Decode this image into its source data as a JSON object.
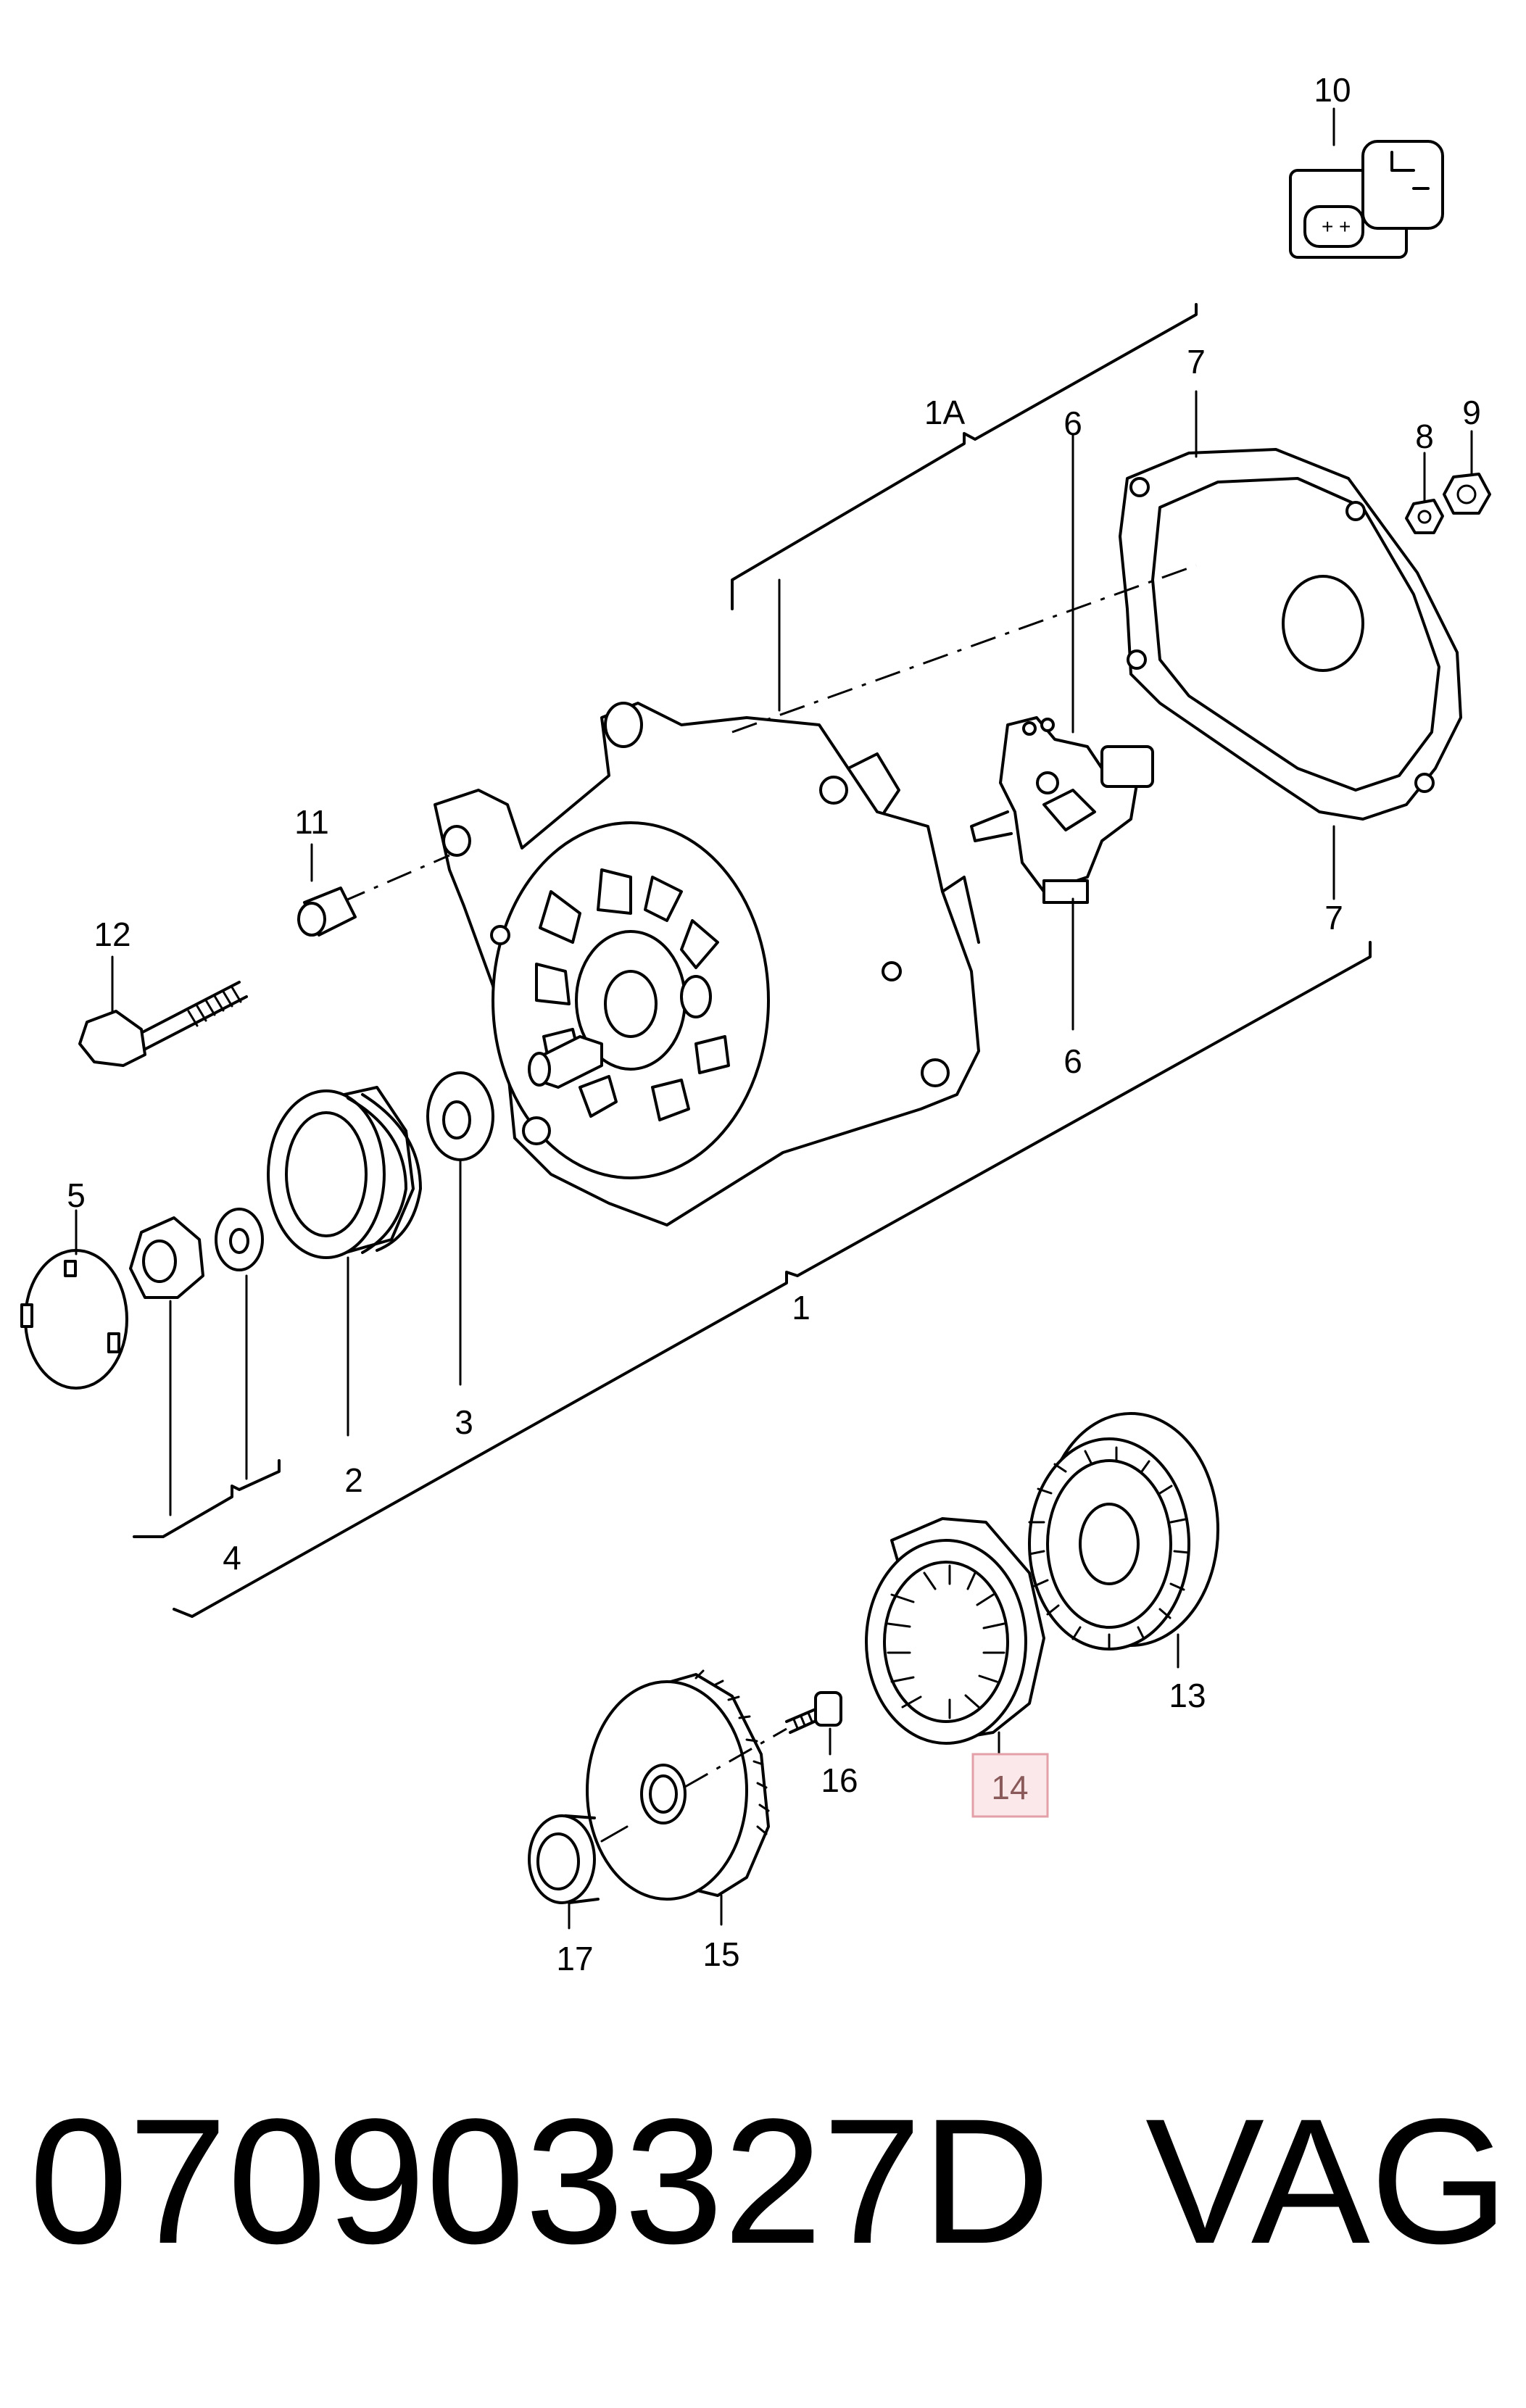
{
  "labels": {
    "p1": "1",
    "p1a": "1A",
    "p2": "2",
    "p3": "3",
    "p4": "4",
    "p5": "5",
    "p6_top": "6",
    "p6_bottom": "6",
    "p7_top": "7",
    "p7_bottom": "7",
    "p8": "8",
    "p9": "9",
    "p10": "10",
    "p11": "11",
    "p12": "12",
    "p13": "13",
    "p14": "14",
    "p15": "15",
    "p16": "16",
    "p17": "17"
  },
  "highlighted_part": "14",
  "footer": {
    "part_number": "070903327D",
    "brand": "VAG"
  },
  "colors": {
    "line": "#000000",
    "highlight_fill": "#fbe8ea",
    "highlight_border": "#e3a0a8"
  }
}
